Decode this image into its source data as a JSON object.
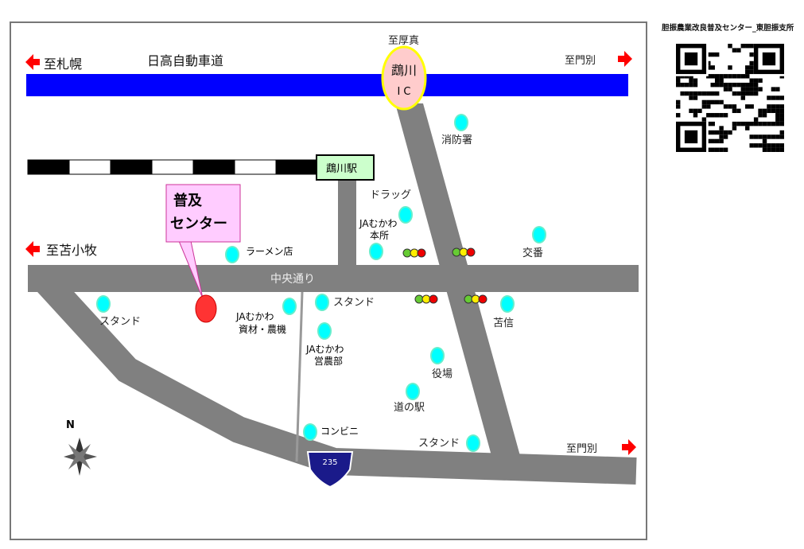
{
  "qr": {
    "title": "胆振農業改良普及センター_東胆振支所"
  },
  "map": {
    "highway": "日高自動車道",
    "to_sapporo": "至札幌",
    "to_monbetsu_top": "至門別",
    "to_atsuma": "至厚真",
    "ic_line1": "鵡川",
    "ic_line2": "I C",
    "station": "鵡川駅",
    "center_line1": "普及",
    "center_line2": "センター",
    "to_tomakomai": "至苫小牧",
    "main_street": "中央通り",
    "to_monbetsu_bottom": "至門別",
    "route_number": "235",
    "north": "N",
    "places": {
      "fire": "消防署",
      "drug": "ドラッグ",
      "ja_hq_1": "JAむかわ",
      "ja_hq_2": "本所",
      "koban": "交番",
      "ramen": "ラーメン店",
      "stand_left": "スタンド",
      "ja_shizai_1": "JAむかわ",
      "ja_shizai_2": "資材・農機",
      "stand_mid": "スタンド",
      "ja_eino_1": "JAむかわ",
      "ja_eino_2": "営農部",
      "post": "苫信",
      "town_hall": "役場",
      "michinoeki": "道の駅",
      "convenience": "コンビニ",
      "stand_right": "スタンド"
    }
  },
  "colors": {
    "highway": "#0000ff",
    "road": "#808080",
    "arrow": "#ff0000",
    "poi": "#00ffff",
    "center": "#ffccff",
    "ic": "#ffcccc",
    "station": "#ccffcc"
  }
}
